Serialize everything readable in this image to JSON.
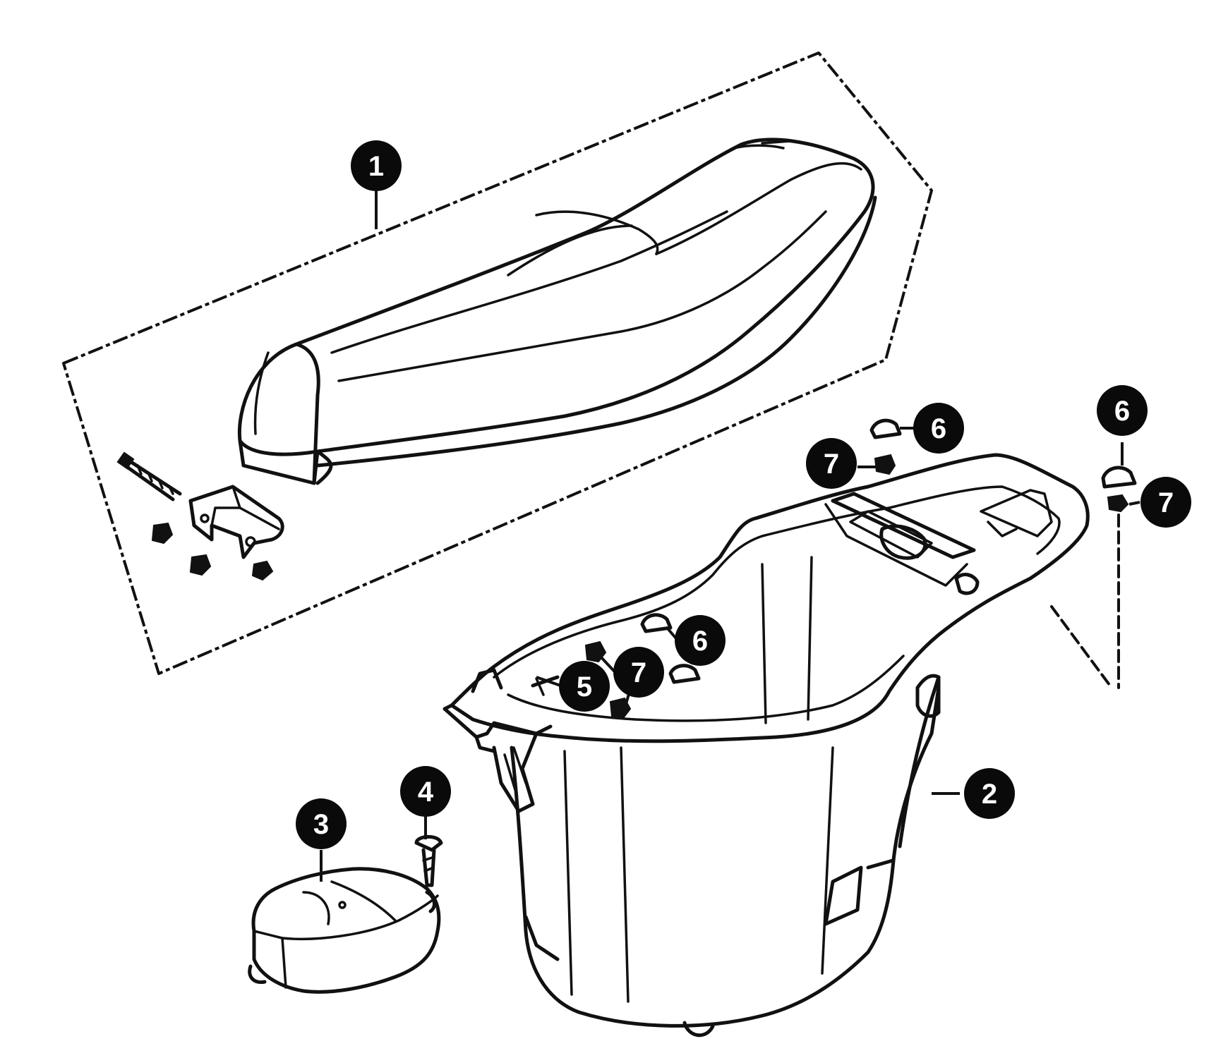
{
  "callouts": [
    {
      "id": "c1",
      "label": "1"
    },
    {
      "id": "c2",
      "label": "2"
    },
    {
      "id": "c3",
      "label": "3"
    },
    {
      "id": "c4",
      "label": "4"
    },
    {
      "id": "c5",
      "label": "5"
    },
    {
      "id": "c6a",
      "label": "6"
    },
    {
      "id": "c6b",
      "label": "6"
    },
    {
      "id": "c6c",
      "label": "6"
    },
    {
      "id": "c7a",
      "label": "7"
    },
    {
      "id": "c7b",
      "label": "7"
    },
    {
      "id": "c7c",
      "label": "7"
    }
  ],
  "colors": {
    "ink": "#111111",
    "background": "#ffffff"
  }
}
